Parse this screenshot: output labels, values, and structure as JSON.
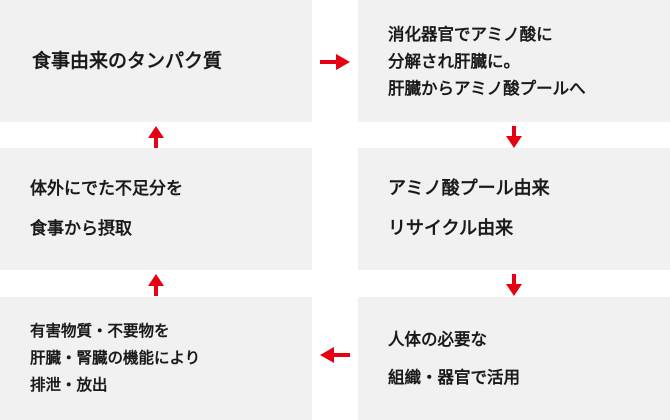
{
  "steps": {
    "food_protein": {
      "lines": [
        "食事由来のタンパク質"
      ]
    },
    "digestion": {
      "lines": [
        "消化器官でアミノ酸に",
        "分解され肝臓に。",
        "肝臓からアミノ酸プールへ"
      ]
    },
    "pool_recycle": {
      "lines": [
        "アミノ酸プール由来",
        "リサイクル由来"
      ]
    },
    "body_use": {
      "lines": [
        "人体の必要な",
        "組織・器官で活用"
      ]
    },
    "excretion": {
      "lines": [
        "有害物質・不要物を",
        "肝臓・腎臓の機能により",
        "排泄・放出"
      ]
    },
    "intake": {
      "lines": [
        "体外にでた不足分を",
        "食事から摂取"
      ]
    }
  },
  "colors": {
    "box_bg": "#f1f1f1",
    "arrow": "#e60012",
    "text": "#1a1a1a"
  }
}
